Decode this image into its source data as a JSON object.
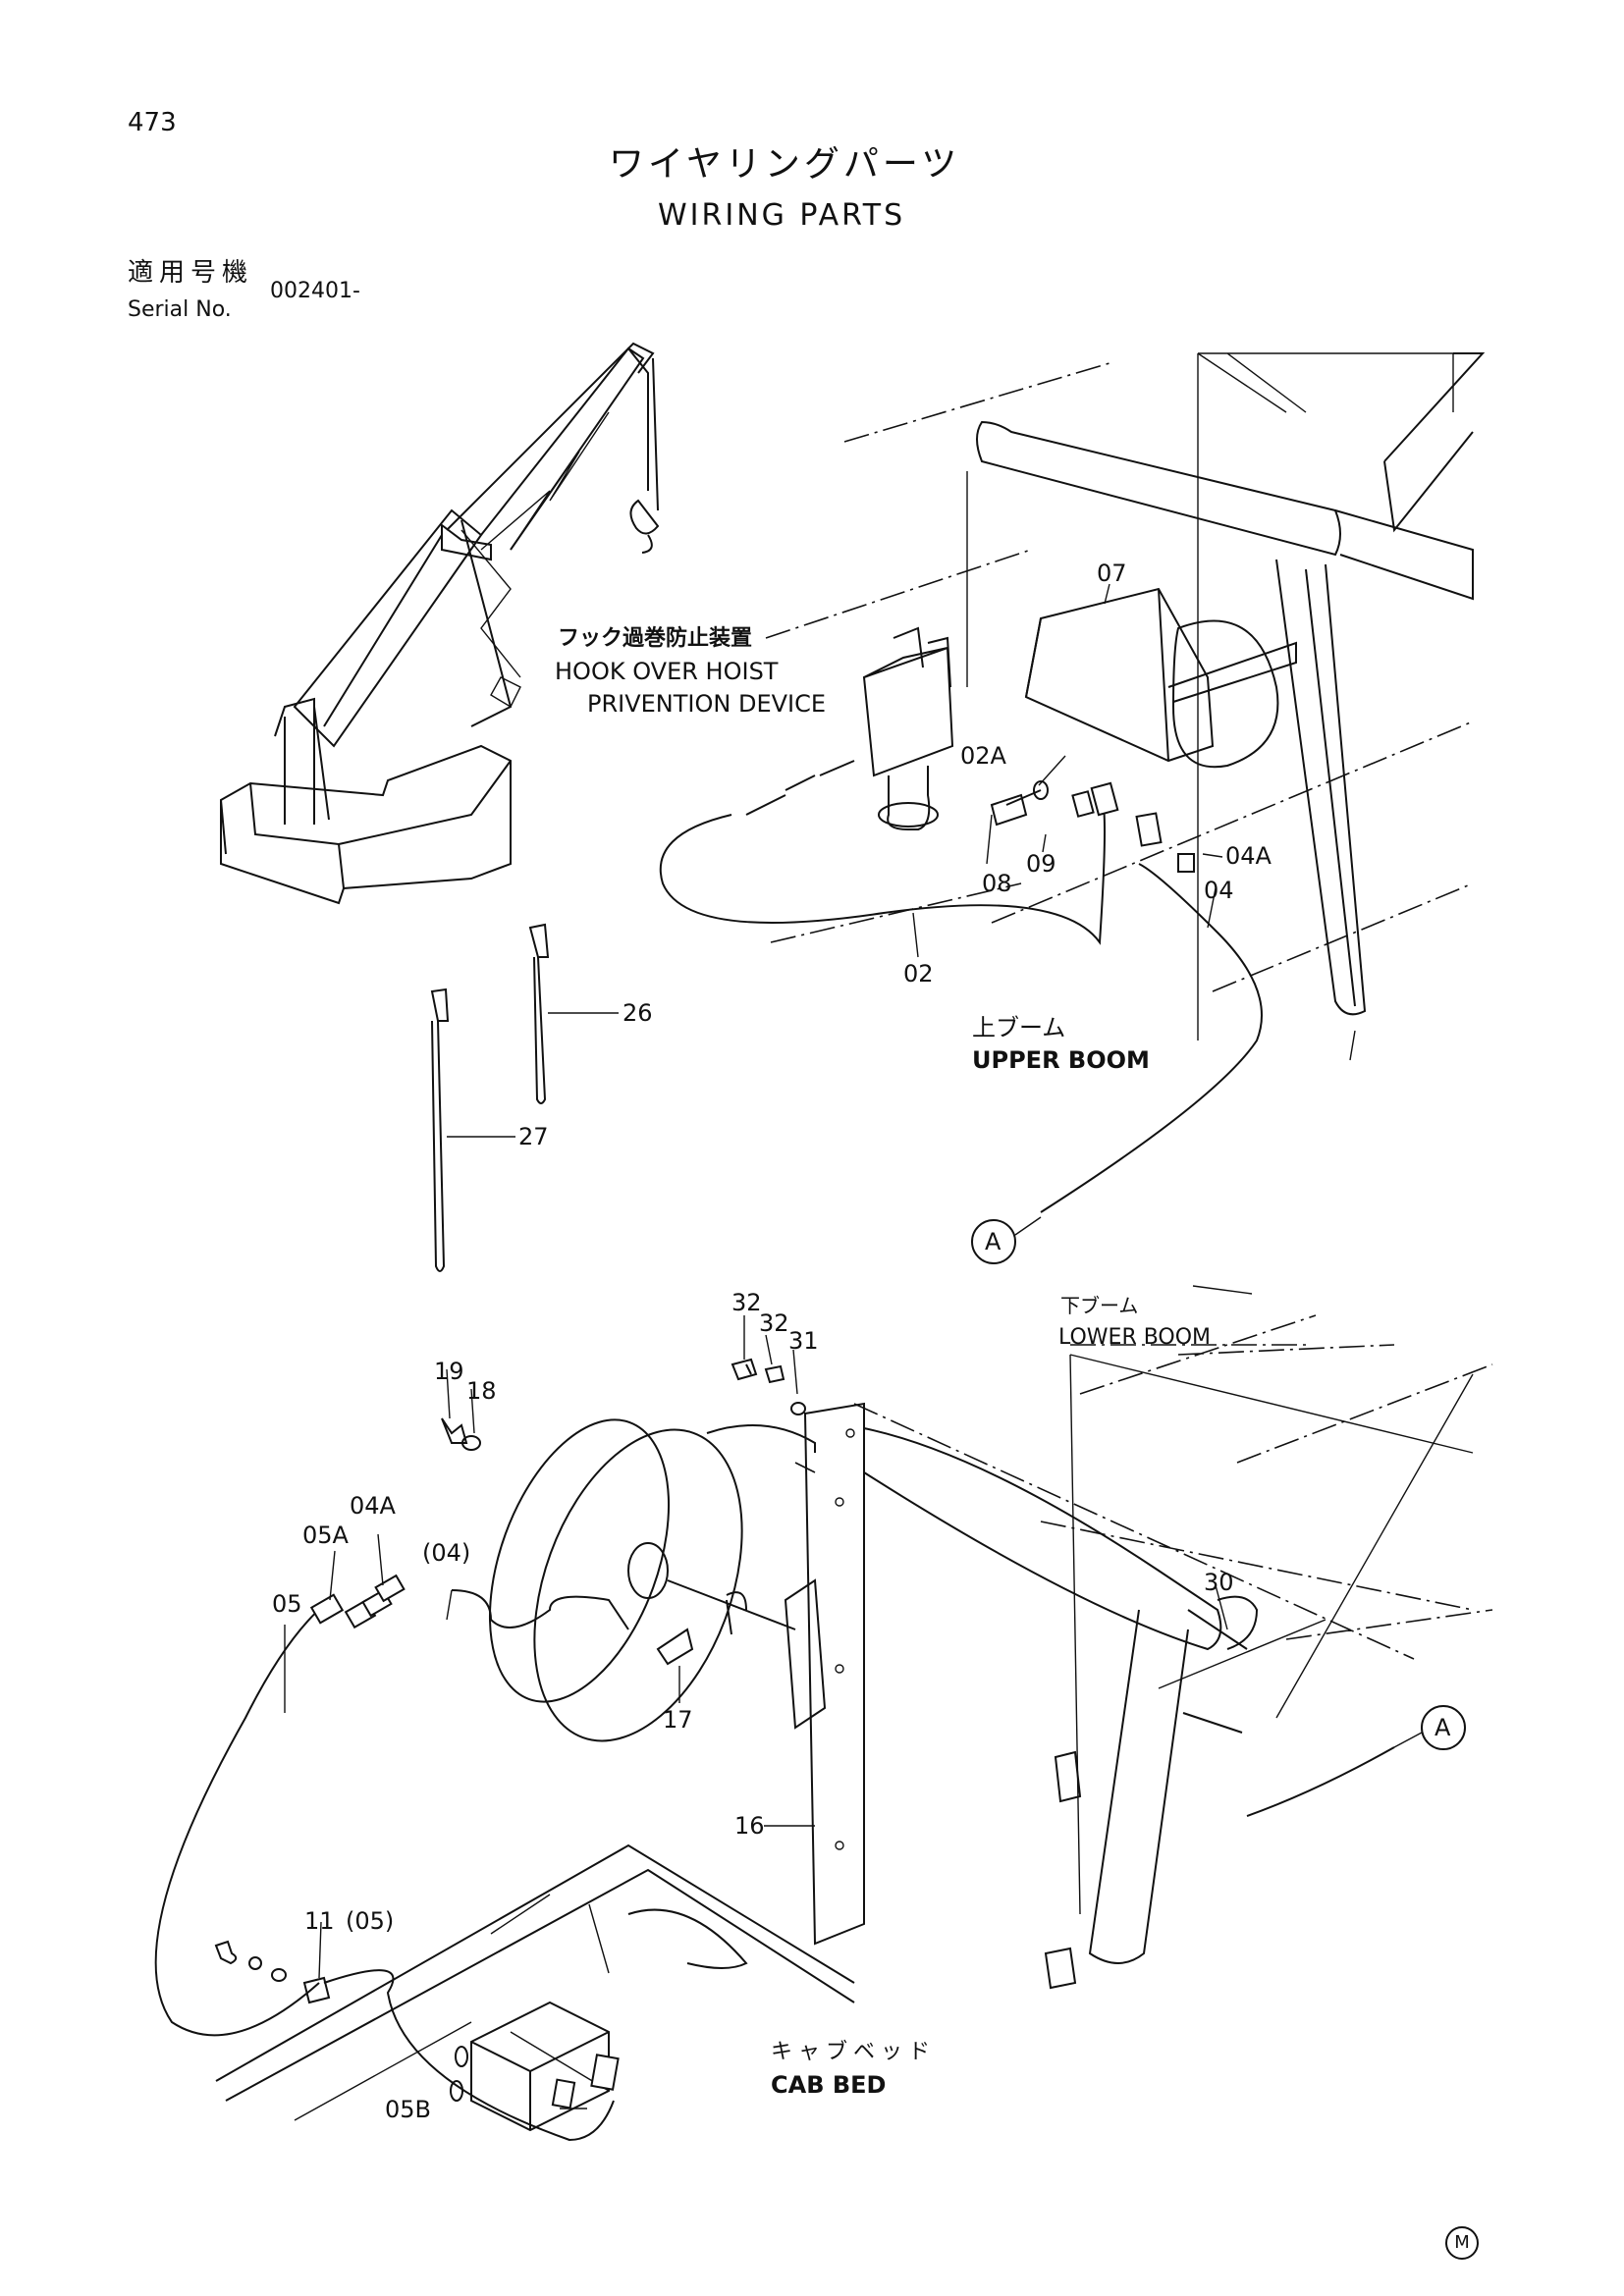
{
  "header": {
    "page_number": "473",
    "title_ja": "ワイヤリングパーツ",
    "title_en": "WIRING PARTS",
    "serial_label_ja": "適用号機",
    "serial_label_en": "Serial No.",
    "serial_value": "002401-"
  },
  "callouts": {
    "hook_device_ja": "フック過巻防止装置",
    "hook_device_en_1": "HOOK OVER HOIST",
    "hook_device_en_2": "PRIVENTION DEVICE",
    "upper_boom_ja": "上ブーム",
    "upper_boom_en": "UPPER BOOM",
    "lower_boom_ja": "下ブーム",
    "lower_boom_en": "LOWER BOOM",
    "cab_bed_ja": "キャブベッド",
    "cab_bed_en": "CAB BED",
    "connector_a": "A"
  },
  "part_numbers": {
    "p07": "07",
    "p02a": "02A",
    "p09": "09",
    "p08": "08",
    "p04a_top": "04A",
    "p04_top": "04",
    "p02": "02",
    "p26": "26",
    "p27": "27",
    "p32a": "32",
    "p32b": "32",
    "p31": "31",
    "p19": "19",
    "p18": "18",
    "p04a": "04A",
    "p05a": "05A",
    "p04_paren": "(04)",
    "p05": "05",
    "p30": "30",
    "p17": "17",
    "p16": "16",
    "p11": "11",
    "p05_paren": "(05)",
    "p05b": "05B"
  },
  "footer": {
    "mark": "M"
  }
}
